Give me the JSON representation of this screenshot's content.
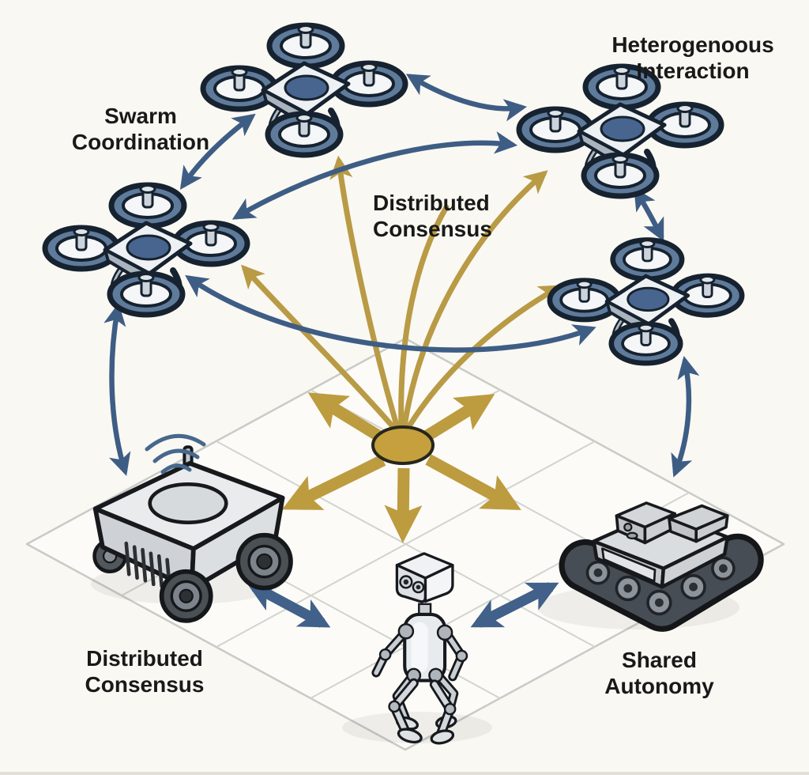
{
  "diagram": {
    "type": "concept-diagram",
    "topic": "heterogeneous multi-robot swarm coordination",
    "nodes": [
      {
        "id": "drone-top-center",
        "kind": "quadcopter-drone"
      },
      {
        "id": "drone-top-right",
        "kind": "quadcopter-drone"
      },
      {
        "id": "drone-mid-left",
        "kind": "quadcopter-drone"
      },
      {
        "id": "drone-mid-right",
        "kind": "quadcopter-drone"
      },
      {
        "id": "wheeled-rover",
        "kind": "ground-robot-wheeled",
        "has_wifi_signal": true
      },
      {
        "id": "tracked-robot",
        "kind": "ground-robot-tracked"
      },
      {
        "id": "legged-robot",
        "kind": "legged-robot"
      },
      {
        "id": "hub",
        "kind": "broadcast-hub-ellipse"
      }
    ],
    "connections": [
      {
        "from": "drone-top-center",
        "to": "drone-top-right",
        "style": "blue-double-arrow"
      },
      {
        "from": "drone-top-center",
        "to": "drone-mid-left",
        "style": "blue-double-arrow",
        "label": "Swarm Coordination"
      },
      {
        "from": "drone-mid-left",
        "to": "drone-top-right",
        "style": "blue-double-arrow"
      },
      {
        "from": "drone-mid-left",
        "to": "drone-mid-right",
        "style": "blue-double-arrow"
      },
      {
        "from": "drone-top-right",
        "to": "drone-mid-right",
        "style": "blue-double-arrow",
        "label": "Heterogenoous Interaction"
      },
      {
        "from": "drone-mid-left",
        "to": "wheeled-rover",
        "style": "blue-double-arrow"
      },
      {
        "from": "drone-mid-right",
        "to": "tracked-robot",
        "style": "blue-double-arrow"
      },
      {
        "from": "wheeled-rover",
        "to": "legged-robot",
        "style": "blue-double-arrow-thick",
        "label": "Distributed Consensus"
      },
      {
        "from": "legged-robot",
        "to": "tracked-robot",
        "style": "blue-double-arrow-thick",
        "label": "Shared Autonomy"
      },
      {
        "from": "hub",
        "to": "drone-top-center",
        "style": "gold-arrow",
        "label": "Distributed Consensus"
      },
      {
        "from": "hub",
        "to": "drone-top-right",
        "style": "gold-arrow"
      },
      {
        "from": "hub",
        "to": "drone-mid-left",
        "style": "gold-arrow"
      },
      {
        "from": "hub",
        "to": "drone-mid-right",
        "style": "gold-arrow"
      },
      {
        "from": "hub",
        "to": "floor-directions",
        "style": "gold-thick-arrows-5"
      }
    ]
  },
  "labels": {
    "swarm_coordination": {
      "line1": "Swarm",
      "line2": "Coordination"
    },
    "heterogeneous_interaction": {
      "line1": "Heterogenoous",
      "line2": "Interaction"
    },
    "distributed_consensus_center": {
      "line1": "Distributed",
      "line2": "Consensus"
    },
    "distributed_consensus_bottom": {
      "line1": "Distributed",
      "line2": "Consensus"
    },
    "shared_autonomy": {
      "line1": "Shared",
      "line2": "Autonomy"
    }
  },
  "colors": {
    "background": "#faf8f2",
    "arrow_blue": "#3e5d85",
    "arrow_gold": "#b99a45",
    "hub_gold": "#c5a03d",
    "outline_dark": "#16222f",
    "robot_body_light": "#e9ebed",
    "floor_line": "#c9cbc6",
    "text": "#191919"
  }
}
